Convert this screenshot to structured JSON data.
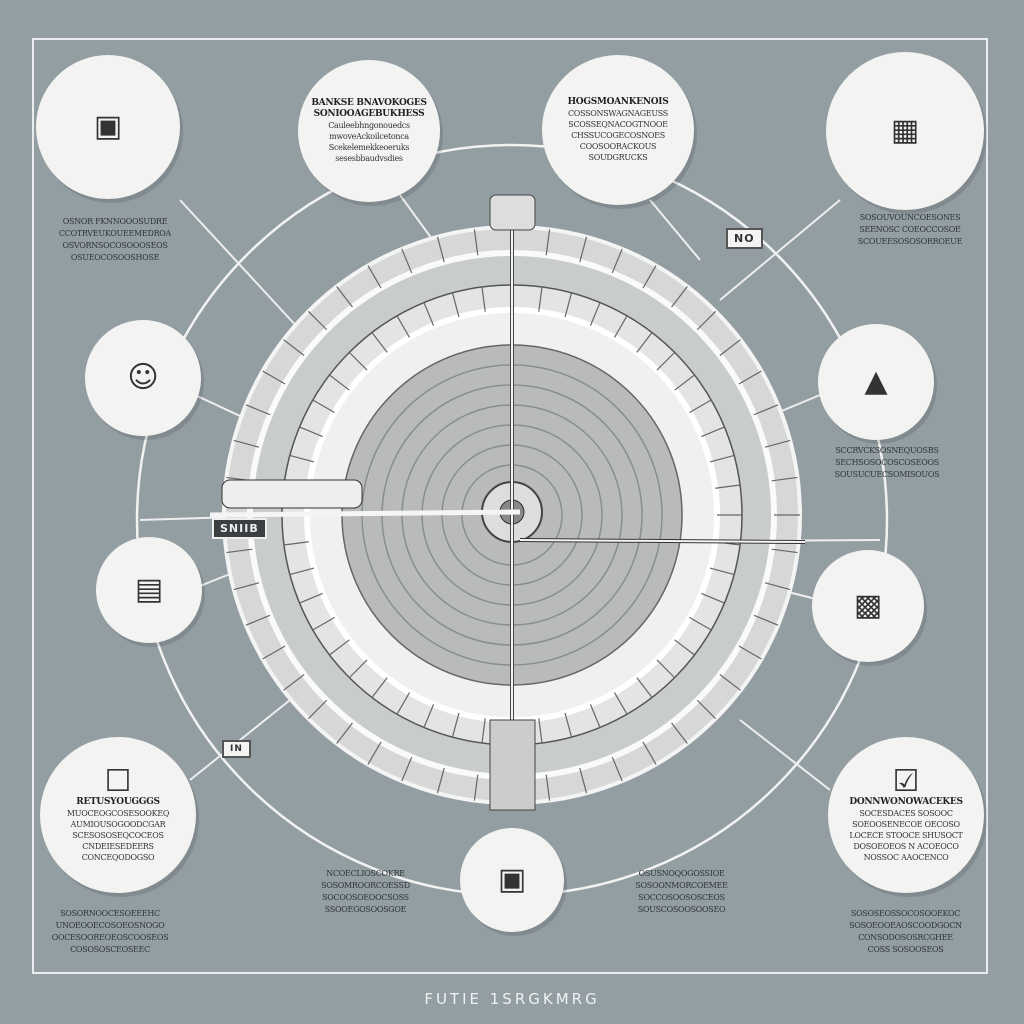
{
  "title": "FUTIE 1SRGKMRG",
  "hub_label": "SNIIB",
  "tag_label": "NO",
  "small_tag": "IN",
  "nodes": [
    {
      "id": "top-left",
      "lines": []
    },
    {
      "id": "top-mid-left",
      "heading": "BANKSE BNAVOKOGES",
      "lines": [
        "SONIOOAGEBUKHESS",
        "Cauleebhngonouedcs",
        "mwoveAckoilcetonca",
        "Scekelemekkeoeruks",
        "sesesbbaudvsdies"
      ]
    },
    {
      "id": "top-mid-right",
      "heading": "HOGSMOANKENOIS",
      "lines": [
        "COSSONSWAGNAGEUSS",
        "SCOSSEQNACOGTNOOE",
        "CHSSUCOGECOSNOES",
        "COOSOORACKOUS",
        "SOUDGRUCKS"
      ]
    },
    {
      "id": "top-right",
      "lines": []
    },
    {
      "id": "bottom-left",
      "heading": "RETUSYOUGGGS",
      "lines": [
        "MUOCEOGCOSESOOKEQ",
        "AUMIOUSOGOODCGAR",
        "SCESOSOSEQCOCEOS",
        "CNDEIESEDEERS",
        "CONCEQODOGSO"
      ]
    },
    {
      "id": "bottom-right",
      "heading": "DONNWONOWACEKES",
      "lines": [
        "SOCESDACES SOSOOC",
        "SOEOOSENECOE OECOSO",
        "LOCECE STOOCE SHUSOCT",
        "DOSOEOEOS N ACOEOCO",
        "NOSSOC AAOCENCO"
      ]
    }
  ],
  "captions": [
    {
      "id": "top-left",
      "lines": [
        "OSNOR FKNNOOOSUDRE",
        "CCOTRVEUKOUEEMEDROA",
        "OSVORNSOCOSOOOSEOS",
        "OSUEOCOSOOSHOSE"
      ]
    },
    {
      "id": "top-right",
      "lines": [
        "SOSOUVOUNCOESONES",
        "SEENOSC COEOCCOSOE",
        "SCOUEESOSOSORROEUE"
      ]
    },
    {
      "id": "right-mid",
      "lines": [
        "SCCRVCKSOSNEQUOSBS",
        "SECHSOSOCOSCOSEOOS",
        "SOUSUCUECSOMISOUOS"
      ]
    },
    {
      "id": "bottom-left",
      "lines": [
        "SOSORNOOCESOEEEHC",
        "UNOEOOECOSOEOSNOGO",
        "OOCESOOREOEOSCOOSEOS",
        "COSOSOSCEOSEEC"
      ]
    },
    {
      "id": "bottom-right",
      "lines": [
        "SOSOSEOSSOCOSOOEKOC",
        "SOSOEOOEAOSCOODGOCN",
        "CONSODOSOSRCGHEE",
        "COSS SOSOOSEOS"
      ]
    },
    {
      "id": "bottom-center-left",
      "lines": [
        "NCOECLIOSCOKRE",
        "SOSOMROORCOESSD",
        "SOCOOSOEOOCSOSS",
        "SSOOEGOSOOSGOE"
      ]
    },
    {
      "id": "bottom-center-right",
      "lines": [
        "OSUSNOQOGOSSIOE",
        "SOSOONMORCOEMEE",
        "SOCCOSOOSOSCEOS",
        "SOUSCOSOOSOOSEO"
      ]
    }
  ]
}
